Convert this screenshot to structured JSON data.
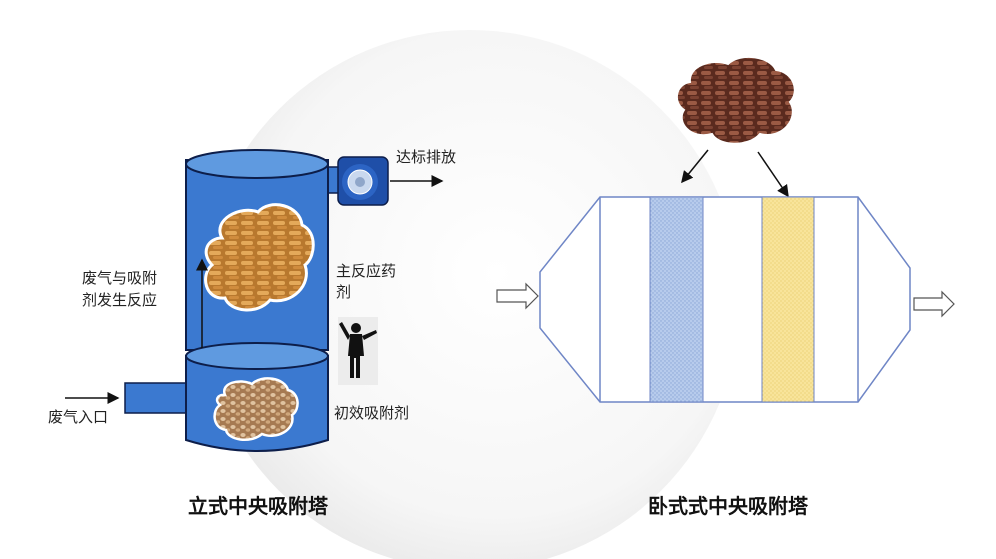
{
  "vertical_tower": {
    "caption": "立式中央吸附塔",
    "outlet_label": "达标排放",
    "reaction_label_line1": "废气与吸附",
    "reaction_label_line2": "剂发生反应",
    "main_reagent_line1": "主反应药",
    "main_reagent_line2": "剂",
    "primary_adsorbent_label": "初效吸附剂",
    "inlet_label": "废气入口",
    "colors": {
      "tower_body": "#3b79d0",
      "tower_top": "#5f9ae0",
      "outline": "#0d1e4a",
      "granules": "#d59a43"
    }
  },
  "horizontal_tower": {
    "caption": "卧式式中央吸附塔",
    "colors": {
      "outline": "#6f86c6",
      "blue_filter": "#a8c1e8",
      "yellow_filter": "#f7df8a",
      "granules": "#7a3f2c"
    }
  }
}
